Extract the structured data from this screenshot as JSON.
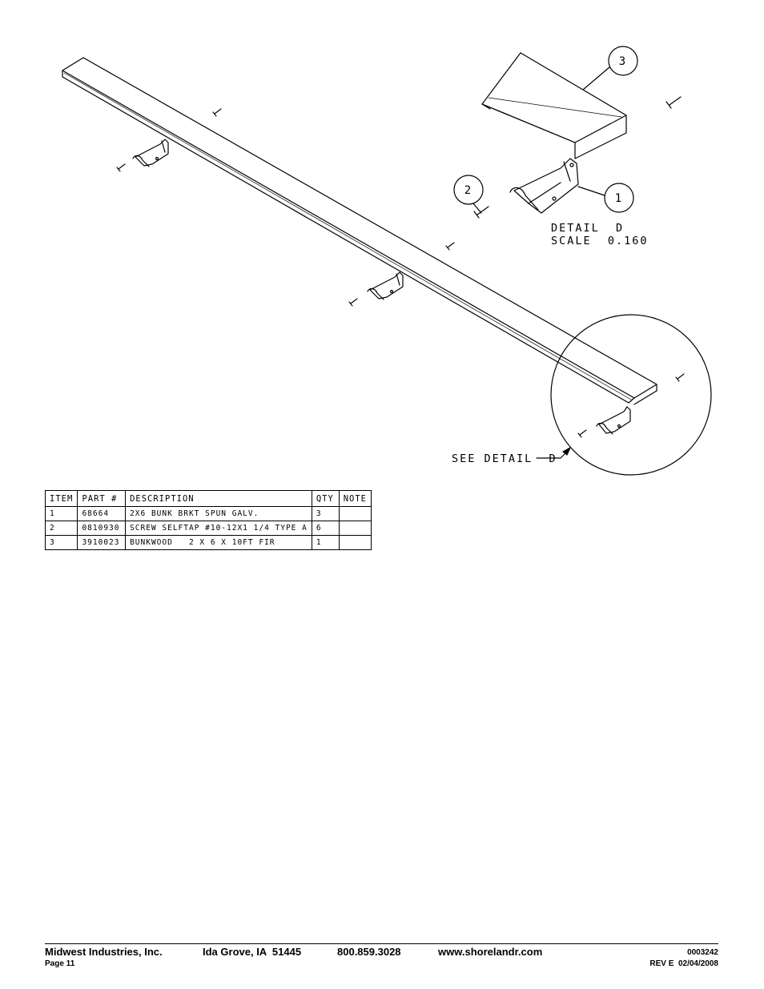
{
  "drawing": {
    "balloons": [
      {
        "id": "balloon-3",
        "label": "3"
      },
      {
        "id": "balloon-2",
        "label": "2"
      },
      {
        "id": "balloon-1",
        "label": "1"
      }
    ],
    "detail_title": "DETAIL  D",
    "detail_scale": "SCALE  0.160",
    "see_detail": "SEE DETAIL  D"
  },
  "parts_table": {
    "headers": [
      "ITEM",
      "PART #",
      "DESCRIPTION",
      "QTY",
      "NOTE"
    ],
    "rows": [
      {
        "item": "1",
        "part": "68664",
        "description": "2X6 BUNK BRKT SPUN GALV.",
        "qty": "3",
        "note": ""
      },
      {
        "item": "2",
        "part": "0810930",
        "description": "SCREW SELFTAP #10-12X1 1/4 TYPE A",
        "qty": "6",
        "note": ""
      },
      {
        "item": "3",
        "part": "3910023",
        "description": "BUNKWOOD   2 X 6 X 10FT FIR",
        "qty": "1",
        "note": ""
      }
    ]
  },
  "footer": {
    "company": "Midwest Industries, Inc.",
    "city": "Ida Grove, IA  51445",
    "phone": "800.859.3028",
    "website": "www.shorelandr.com",
    "page": "Page 11",
    "doc_number": "0003242",
    "revision": "REV E  02/04/2008"
  }
}
